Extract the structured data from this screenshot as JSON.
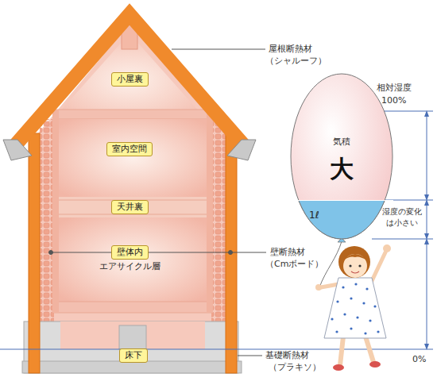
{
  "diagram": {
    "nodes": [
      {
        "text": [
          "小屋裏"
        ]
      },
      {
        "text": [
          "室内空間"
        ]
      },
      {
        "text": [
          "天井裏"
        ]
      },
      {
        "text": [
          "壁体内",
          "エアサイクル層"
        ]
      },
      {
        "text": [
          "床下"
        ]
      },
      {
        "text": [
          "気積",
          "大"
        ]
      },
      {
        "text": [
          "1ℓ"
        ],
        "in": 5
      }
    ],
    "labels": [
      "屋根断熱材",
      "（シャルーフ）",
      "相対湿度",
      "100%",
      "湿度の変化 は小さい",
      "壁断熱材",
      "（Cmボード）",
      "基礎断熱材",
      "（プラキソ）",
      "0%"
    ]
  }
}
